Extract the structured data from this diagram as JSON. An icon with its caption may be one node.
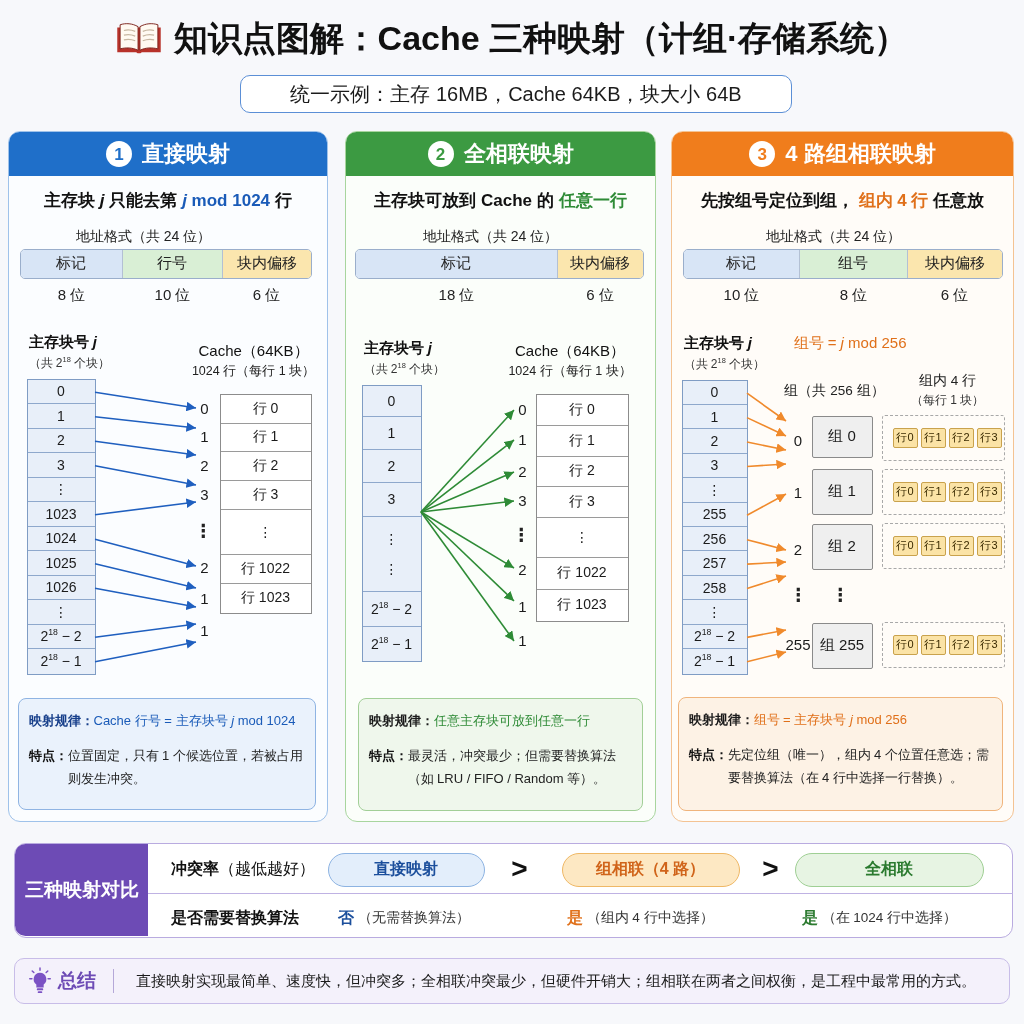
{
  "diagram": {
    "title": "知识点图解：Cache 三种映射（计组·存储系统）",
    "nodes": [
      {
        "text": [
          "统一示例：主存 16MB，Cache 64KB，块大小 64B"
        ]
      },
      {
        "text": [
          "1",
          "直接映射",
          "主存块 *j* 只能去第",
          "*j* mod 1024",
          "行",
          "⋮"
        ]
      },
      {
        "text": [
          "地址格式（共 24 位）"
        ],
        "in": 1
      },
      {
        "text": [
          "标记"
        ],
        "beside": [
          "8 位"
        ],
        "in": 2
      },
      {
        "text": [
          "行号"
        ],
        "beside": [
          "10 位"
        ],
        "in": 2
      },
      {
        "text": [
          "块内偏移"
        ],
        "beside": [
          "6 位"
        ],
        "in": 2
      },
      {
        "text": [
          "主存块号 *j*",
          "（共 2$^{18}$ 个块）"
        ],
        "in": 1
      },
      {
        "text": [
          "0"
        ],
        "in": 6
      },
      {
        "text": [
          "1"
        ],
        "in": 6
      },
      {
        "text": [
          "2"
        ],
        "in": 6
      },
      {
        "text": [
          "3"
        ],
        "in": 6
      },
      {
        "text": [
          "⋮"
        ],
        "in": 6
      },
      {
        "text": [
          "1023"
        ],
        "in": 6
      },
      {
        "text": [
          "1024"
        ],
        "in": 6
      },
      {
        "text": [
          "1025"
        ],
        "in": 6
      },
      {
        "text": [
          "1026"
        ],
        "in": 6
      },
      {
        "text": [
          "⋮"
        ],
        "in": 6
      },
      {
        "text": [
          "2$^{18}$ − 2"
        ],
        "in": 6
      },
      {
        "text": [
          "2$^{18}$ − 1"
        ],
        "in": 6
      },
      {
        "text": [
          "Cache（64KB）",
          "1024 行（每行 1 块）"
        ],
        "in": 1
      },
      {
        "text": [
          "行 0"
        ],
        "in": 19
      },
      {
        "text": [
          "行 1"
        ],
        "in": 19
      },
      {
        "text": [
          "行 2"
        ],
        "in": 19
      },
      {
        "text": [
          "行 3"
        ],
        "in": 19
      },
      {
        "text": [
          "⋮"
        ],
        "in": 19
      },
      {
        "text": [
          "行 1022"
        ],
        "in": 19
      },
      {
        "text": [
          "行 1023"
        ],
        "in": 19
      },
      {
        "text": [
          "0"
        ],
        "in": 1
      },
      {
        "text": [
          "1"
        ],
        "in": 1
      },
      {
        "text": [
          "2"
        ],
        "in": 1
      },
      {
        "text": [
          "3"
        ],
        "in": 1
      },
      {
        "text": [
          "2"
        ],
        "in": 1
      },
      {
        "text": [
          "1"
        ],
        "in": 1
      },
      {
        "text": [
          "1"
        ],
        "in": 1
      },
      {
        "text": [
          "映射规律：",
          "Cache 行号 = 主存块号 *j* mod 1024",
          "特点：",
          "位置固定，只有 1 个候选位置，若被占用则发生冲突。"
        ],
        "in": 1
      },
      {
        "text": [
          "2",
          "全相联映射",
          "主存块可放到 Cache 的",
          "任意一行",
          "⋮"
        ]
      },
      {
        "text": [
          "地址格式（共 24 位）"
        ],
        "in": 35
      },
      {
        "text": [
          "标记"
        ],
        "beside": [
          "18 位"
        ],
        "in": 36
      },
      {
        "text": [
          "块内偏移"
        ],
        "beside": [
          "6 位"
        ],
        "in": 36
      },
      {
        "text": [
          "主存块号 *j*",
          "（共 2$^{18}$ 个块）"
        ],
        "in": 35
      },
      {
        "text": [
          "0"
        ],
        "in": 39
      },
      {
        "text": [
          "1"
        ],
        "in": 39
      },
      {
        "text": [
          "2"
        ],
        "in": 39
      },
      {
        "text": [
          "3"
        ],
        "in": 39
      },
      {
        "text": [
          "⋮",
          "⋮"
        ],
        "in": 39
      },
      {
        "text": [
          "2$^{18}$ − 2"
        ],
        "in": 39
      },
      {
        "text": [
          "2$^{18}$ − 1"
        ],
        "in": 39
      },
      {
        "text": [
          "Cache（64KB）",
          "1024 行（每行 1 块）"
        ],
        "in": 35
      },
      {
        "text": [
          "行 0"
        ],
        "in": 47
      },
      {
        "text": [
          "行 1"
        ],
        "in": 47
      },
      {
        "text": [
          "行 2"
        ],
        "in": 47
      },
      {
        "text": [
          "行 3"
        ],
        "in": 47
      },
      {
        "text": [
          "⋮"
        ],
        "in": 47
      },
      {
        "text": [
          "行 1022"
        ],
        "in": 47
      },
      {
        "text": [
          "行 1023"
        ],
        "in": 47
      },
      {
        "text": [
          "0"
        ],
        "in": 35
      },
      {
        "text": [
          "1"
        ],
        "in": 35
      },
      {
        "text": [
          "2"
        ],
        "in": 35
      },
      {
        "text": [
          "3"
        ],
        "in": 35
      },
      {
        "text": [
          "2"
        ],
        "in": 35
      },
      {
        "text": [
          "1"
        ],
        "in": 35
      },
      {
        "text": [
          "1"
        ],
        "in": 35
      },
      {
        "text": [
          "映射规律：",
          "任意主存块可放到任意一行",
          "特点：",
          "最灵活，冲突最少；但需要替换算法（如 LRU / FIFO / Random 等）。"
        ],
        "in": 35
      },
      {
        "text": [
          "3",
          "4 路组相联映射",
          "先按组号定位到组，",
          "组内 4 行",
          "任意放",
          "组号 = *j* mod 256",
          "组（共 256 组）",
          "组内 4 行",
          "（每行 1 块）",
          "⋮",
          "⋮"
        ]
      },
      {
        "text": [
          "地址格式（共 24 位）"
        ],
        "in": 63
      },
      {
        "text": [
          "标记"
        ],
        "beside": [
          "10 位"
        ],
        "in": 64
      },
      {
        "text": [
          "组号"
        ],
        "beside": [
          "8 位"
        ],
        "in": 64
      },
      {
        "text": [
          "块内偏移"
        ],
        "beside": [
          "6 位"
        ],
        "in": 64
      },
      {
        "text": [
          "主存块号 *j*",
          "（共 2$^{18}$ 个块）"
        ],
        "in": 63
      },
      {
        "text": [
          "0"
        ],
        "in": 68
      },
      {
        "text": [
          "1"
        ],
        "in": 68
      },
      {
        "text": [
          "2"
        ],
        "in": 68
      },
      {
        "text": [
          "3"
        ],
        "in": 68
      },
      {
        "text": [
          "⋮"
        ],
        "in": 68
      },
      {
        "text": [
          "255"
        ],
        "in": 68
      },
      {
        "text": [
          "256"
        ],
        "in": 68
      },
      {
        "text": [
          "257"
        ],
        "in": 68
      },
      {
        "text": [
          "258"
        ],
        "in": 68
      },
      {
        "text": [
          "⋮"
        ],
        "in": 68
      },
      {
        "text": [
          "2$^{18}$ − 2"
        ],
        "in": 68
      },
      {
        "text": [
          "2$^{18}$ − 1"
        ],
        "in": 68
      },
      {
        "text": [
          "0"
        ],
        "in": 63
      },
      {
        "text": [
          "1"
        ],
        "in": 63
      },
      {
        "text": [
          "2"
        ],
        "in": 63
      },
      {
        "text": [
          "255"
        ],
        "in": 63
      },
      {
        "text": [
          "组 0"
        ],
        "in": 63
      },
      {
        "text": [
          "组 1"
        ],
        "in": 63
      },
      {
        "text": [
          "组 2"
        ],
        "in": 63
      },
      {
        "text": [
          "组 255"
        ],
        "in": 63
      },
      {
        "text": [],
        "shape": "box",
        "in": 63
      },
      {
        "text": [
          "行0"
        ],
        "in": 89
      },
      {
        "text": [
          "行1"
        ],
        "in": 89
      },
      {
        "text": [
          "行2"
        ],
        "in": 89
      },
      {
        "text": [
          "行3"
        ],
        "in": 89
      },
      {
        "text": [],
        "shape": "box",
        "in": 63
      },
      {
        "text": [
          "行0"
        ],
        "in": 94
      },
      {
        "text": [
          "行1"
        ],
        "in": 94
      },
      {
        "text": [
          "行2"
        ],
        "in": 94
      },
      {
        "text": [
          "行3"
        ],
        "in": 94
      },
      {
        "text": [],
        "shape": "box",
        "in": 63
      },
      {
        "text": [
          "行0"
        ],
        "in": 99
      },
      {
        "text": [
          "行1"
        ],
        "in": 99
      },
      {
        "text": [
          "行2"
        ],
        "in": 99
      },
      {
        "text": [
          "行3"
        ],
        "in": 99
      },
      {
        "text": [],
        "shape": "box",
        "in": 63
      },
      {
        "text": [
          "行0"
        ],
        "in": 104
      },
      {
        "text": [
          "行1"
        ],
        "in": 104
      },
      {
        "text": [
          "行2"
        ],
        "in": 104
      },
      {
        "text": [
          "行3"
        ],
        "in": 104
      },
      {
        "text": [
          "映射规律：",
          "组号 = 主存块号 *j* mod 256",
          "特点：",
          "先定位组（唯一），组内 4 个位置任意选；需要替换算法（在 4 行中选择一行替换）。"
        ],
        "in": 63
      },
      {
        "text": [
          "**冲突率**（越低越好）",
          ">",
          ">",
          "是否需要替换算法",
          "否",
          "（无需替换算法）",
          "是",
          "（组内 4 行中选择）",
          "是",
          "（在 1024 行中选择）"
        ]
      },
      {
        "text": [
          "三种映射对比"
        ],
        "in": 110
      },
      {
        "text": [
          "直接映射"
        ],
        "in": 110
      },
      {
        "text": [
          "组相联（4 路）"
        ],
        "in": 110
      },
      {
        "text": [
          "全相联"
        ],
        "in": 110
      },
      {
        "text": [
          "总结",
          "直接映射实现最简单、速度快，但冲突多；全相联冲突最少，但硬件开销大；组相联在两者之间权衡，是工程中最常用的方式。"
        ]
      }
    ],
    "edges": [
      {
        "from": 7,
        "to": 27,
        "arrow": "to"
      },
      {
        "from": 8,
        "to": 28,
        "arrow": "to"
      },
      {
        "from": 9,
        "to": 29,
        "arrow": "to"
      },
      {
        "from": 10,
        "to": 30,
        "arrow": "to"
      },
      {
        "from": 12,
        "to": 30,
        "arrow": "to"
      },
      {
        "from": 13,
        "to": 31,
        "arrow": "to"
      },
      {
        "from": 14,
        "to": 32,
        "arrow": "to"
      },
      {
        "from": 15,
        "to": 32,
        "arrow": "to"
      },
      {
        "from": 17,
        "to": 33,
        "arrow": "to"
      },
      {
        "from": 18,
        "to": 33,
        "arrow": "to"
      },
      {
        "from": 43,
        "to": 55,
        "arrow": "to",
        "color": "#2e8b36"
      },
      {
        "from": 43,
        "to": 56,
        "arrow": "to",
        "color": "#2e8b36"
      },
      {
        "from": 43,
        "to": 57,
        "arrow": "to",
        "color": "#2e8b36"
      },
      {
        "from": 43,
        "to": 58,
        "arrow": "to",
        "color": "#2e8b36"
      },
      {
        "from": 43,
        "to": 59,
        "arrow": "to",
        "color": "#2e8b36"
      },
      {
        "from": 43,
        "to": 60,
        "arrow": "to",
        "color": "#2e8b36"
      },
      {
        "from": 43,
        "to": 61,
        "arrow": "to",
        "color": "#2e8b36"
      },
      {
        "from": 69,
        "to": 81,
        "arrow": "to",
        "color": "#f08a2c"
      },
      {
        "from": 70,
        "to": 81,
        "arrow": "to",
        "color": "#f08a2c"
      },
      {
        "from": 71,
        "to": 81,
        "arrow": "to",
        "color": "#f08a2c"
      },
      {
        "from": 72,
        "to": 81,
        "arrow": "to",
        "color": "#f08a2c"
      },
      {
        "from": 74,
        "to": 82,
        "arrow": "to",
        "color": "#f08a2c"
      },
      {
        "from": 75,
        "to": 83,
        "arrow": "to",
        "color": "#f08a2c"
      },
      {
        "from": 76,
        "to": 83,
        "arrow": "to",
        "color": "#f08a2c"
      },
      {
        "from": 77,
        "to": 83,
        "arrow": "to",
        "color": "#f08a2c"
      },
      {
        "from": 79,
        "to": 84,
        "arrow": "to",
        "color": "#f08a2c"
      },
      {
        "from": 80,
        "to": 84,
        "arrow": "to",
        "color": "#f08a2c"
      }
    ]
  }
}
